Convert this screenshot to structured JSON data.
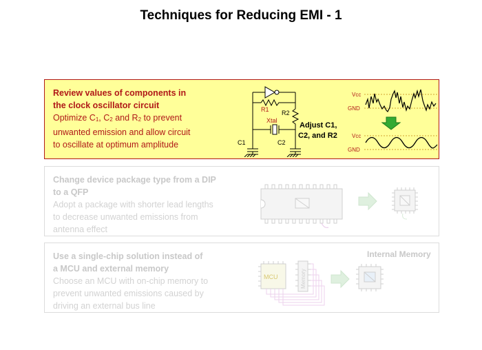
{
  "title": "Techniques for Reducing EMI - 1",
  "panels": [
    {
      "heading_line1": "Review values of components in",
      "heading_line2": "the clock oscillator circuit",
      "body_pre": "Optimize C",
      "sub1": "1",
      "body_mid1": ", C",
      "sub2": "2",
      "body_mid2": " and R",
      "sub3": "2",
      "body_post": " to prevent",
      "body_line2": "unwanted emission and allow circuit",
      "body_line3": "to oscillate at optimum amplitude",
      "circuit": {
        "r1": "R1",
        "r2": "R2",
        "xtal": "Xtal",
        "c1": "C1",
        "c2": "C2",
        "adjust_line1": "Adjust C1,",
        "adjust_line2": "C2, and R2"
      },
      "waveform": {
        "vcc_top": "Vcc",
        "gnd_top": "GND",
        "vcc_bottom": "Vcc",
        "gnd_bottom": "GND"
      }
    },
    {
      "heading_line1": "Change device package type from a DIP",
      "heading_line2": "to a QFP",
      "body_line1": "Adopt a package with shorter lead lengths",
      "body_line2": "to decrease unwanted emissions from",
      "body_line3": "antenna effect"
    },
    {
      "heading_line1": "Use a single-chip solution instead of",
      "heading_line2": "a MCU and external memory",
      "body_line1": "Choose an MCU with on-chip memory to",
      "body_line2": "prevent unwanted emissions caused by",
      "body_line3": "driving an external bus line",
      "internal_memory": "Internal Memory",
      "mcu_label": "MCU",
      "memory_label": "Memory"
    }
  ],
  "colors": {
    "accent_red": "#b01818",
    "panel_yellow": "#ffff99",
    "arrow_green": "#33aa33",
    "faded_gray": "#d2d2d2"
  }
}
